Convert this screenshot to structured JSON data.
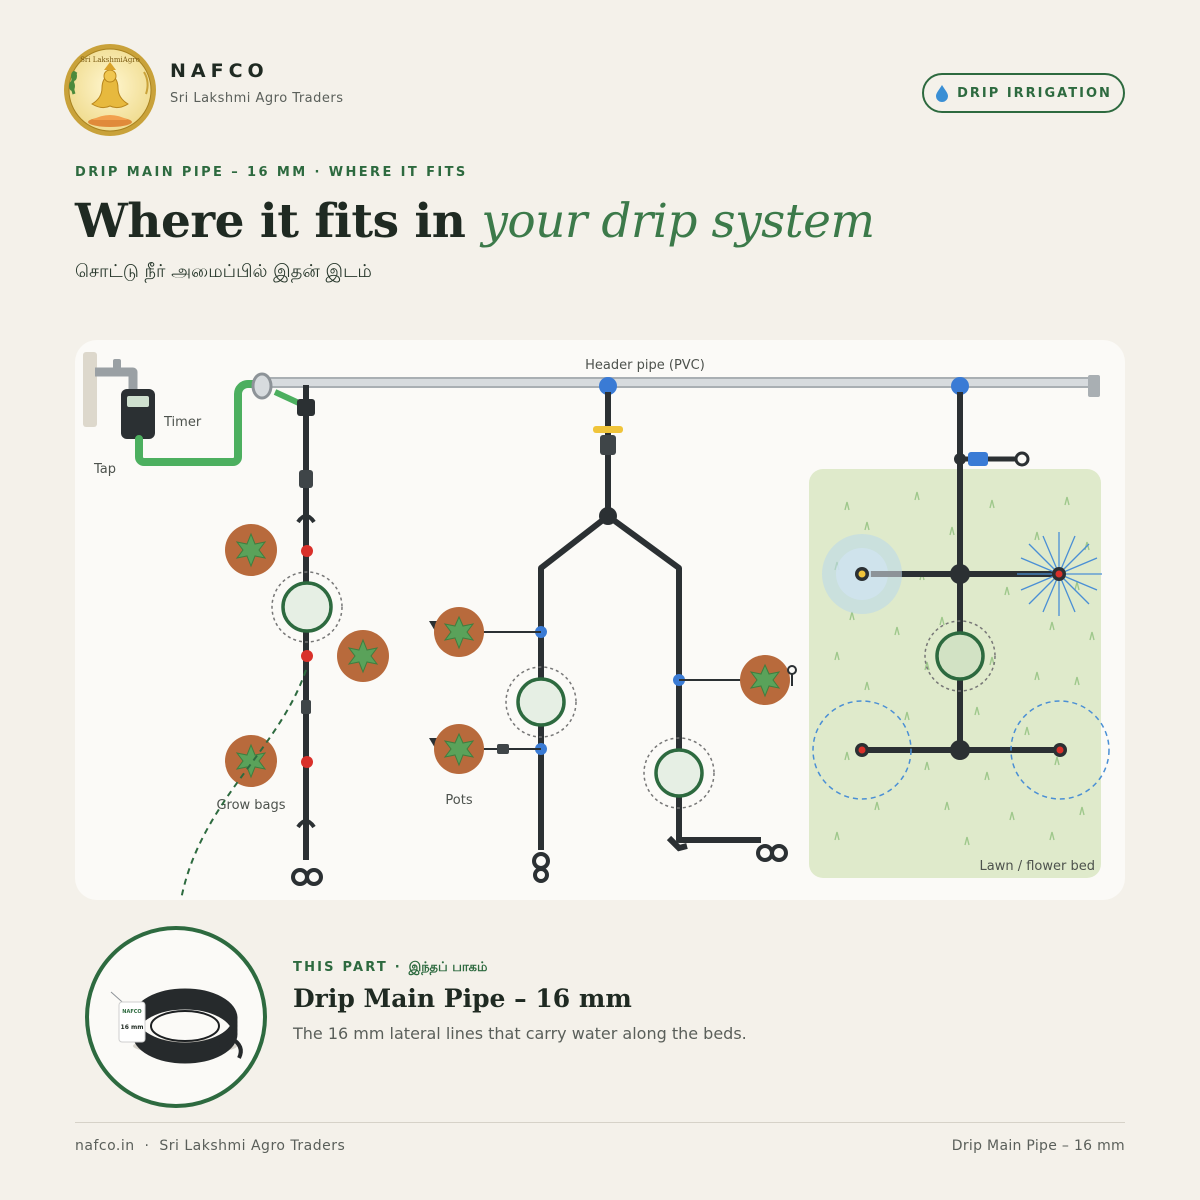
{
  "brand": {
    "name": "NAFCO",
    "subtitle": "Sri Lakshmi Agro Traders",
    "logo_text": "Sri LakshmiAgro"
  },
  "badge": {
    "icon": "water-drop-icon",
    "label": "DRIP IRRIGATION"
  },
  "eyebrow": "DRIP MAIN PIPE – 16 MM · WHERE IT FITS",
  "headline": {
    "plain": "Where it fits in ",
    "accent": "your drip system"
  },
  "tamil_subtitle": "சொட்டு நீர் அமைப்பில் இதன் இடம்",
  "diagram": {
    "labels": {
      "header_pipe": "Header pipe (PVC)",
      "timer": "Timer",
      "tap": "Tap",
      "grow_bags": "Grow bags",
      "pots": "Pots",
      "lawn": "Lawn / flower bed"
    }
  },
  "part": {
    "eyebrow": "THIS PART",
    "eyebrow_separator": " · ",
    "eyebrow_tamil": "இந்தப் பாகம்",
    "title": "Drip Main Pipe – 16 mm",
    "description": "The 16 mm lateral lines that carry water along the beds.",
    "product_tag_brand": "NAFCO",
    "product_tag_size": "16 mm"
  },
  "footer": {
    "left": "nafco.in  ·  Sri Lakshmi Agro Traders",
    "right": "Drip Main Pipe – 16 mm"
  },
  "colors": {
    "accent_green": "#2d6a3f",
    "pipe_dark": "#2b3033",
    "hose_green": "#4caf5f",
    "connector_blue": "#3a7bd5",
    "dripper_red": "#d9302a",
    "lawn_bg": "#dfeacb"
  }
}
